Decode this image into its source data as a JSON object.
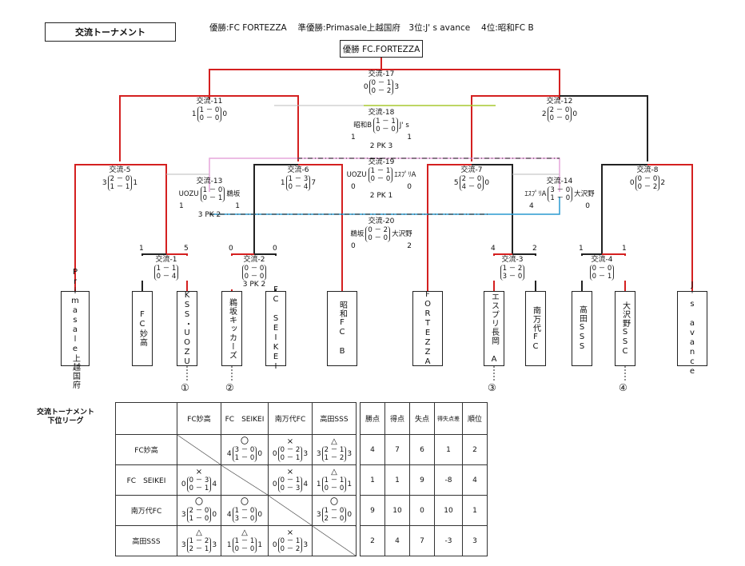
{
  "header": {
    "title": "交流トーナメント",
    "summary": "優勝:FC FORTEZZA　 準優勝:Primasale上越国府　3位:J' s avance　 4位:昭和FC B",
    "winner": "優勝  FC.FORTEZZA"
  },
  "matches": {
    "m17": {
      "name": "交流-17",
      "left": "0",
      "right": "3",
      "r1": "0 － 1",
      "r2": "0 － 2"
    },
    "m11": {
      "name": "交流-11",
      "left": "1",
      "right": "0",
      "r1": "1 － 0",
      "r2": "0 － 0"
    },
    "m12": {
      "name": "交流-12",
      "left": "2",
      "right": "0",
      "r1": "2 － 0",
      "r2": "0 － 0"
    },
    "m18": {
      "name": "交流-18",
      "t1": "昭和B",
      "t2": "J' s",
      "left": "1",
      "right": "1",
      "r1": "1 － 1",
      "r2": "0 － 0",
      "pk": "2 PK 3"
    },
    "m19": {
      "name": "交流-19",
      "t1": "UOZU",
      "t2": "ｴｽﾌﾟﾘA",
      "left": "0",
      "right": "0",
      "r1": "1 － 1",
      "r2": "0 － 0",
      "pk": "2 PK 1"
    },
    "m20": {
      "name": "交流-20",
      "t1": "鵜坂",
      "t2": "大沢野",
      "left": "0",
      "right": "2",
      "r1": "0 － 2",
      "r2": "0 － 0"
    },
    "m5": {
      "name": "交流-5",
      "left": "3",
      "right": "1",
      "r1": "2 － 0",
      "r2": "1 － 1"
    },
    "m13": {
      "name": "交流-13",
      "t1": "UOZU",
      "t2": "鵜坂",
      "left": "1",
      "right": "1",
      "r1": "1 － 0",
      "r2": "0 － 1",
      "pk": "3 PK 2"
    },
    "m6": {
      "name": "交流-6",
      "left": "1",
      "right": "7",
      "r1": "1 － 3",
      "r2": "0 － 4"
    },
    "m7": {
      "name": "交流-7",
      "left": "5",
      "right": "0",
      "r1": "2 － 0",
      "r2": "4 － 0"
    },
    "m14": {
      "name": "交流-14",
      "t1": "ｴｽﾌﾟﾘA",
      "t2": "大沢野",
      "left": "4",
      "right": "0",
      "r1": "3 － 0",
      "r2": "1 － 0"
    },
    "m8": {
      "name": "交流-8",
      "left": "0",
      "right": "2",
      "r1": "0 － 0",
      "r2": "0 － 2"
    },
    "m1": {
      "name": "交流-1",
      "sl": "1",
      "sr": "5",
      "r1": "1 － 1",
      "r2": "0 － 4"
    },
    "m2": {
      "name": "交流-2",
      "sl": "0",
      "sr": "0",
      "r1": "0 － 0",
      "r2": "0 － 0",
      "pk": "3 PK 2"
    },
    "m3": {
      "name": "交流-3",
      "sl": "4",
      "sr": "2",
      "r1": "1 － 2",
      "r2": "3 － 0"
    },
    "m4": {
      "name": "交流-4",
      "sl": "1",
      "sr": "1",
      "r1": "0 － 0",
      "r2": "0 － 1"
    }
  },
  "teams": [
    {
      "name": "Primasale上越国府"
    },
    {
      "name": "FC妙高"
    },
    {
      "name": "KSS・UOZU"
    },
    {
      "name": "鵜坂キッカーズ"
    },
    {
      "name": "FC SEIKEI"
    },
    {
      "name": "昭和FC B"
    },
    {
      "name": "FORTEZZA"
    },
    {
      "name": "エスプリ長岡 A"
    },
    {
      "name": "南万代FC"
    },
    {
      "name": "高田SSS"
    },
    {
      "name": "大沢野SSC"
    },
    {
      "name": "J's avance"
    }
  ],
  "circled": [
    "①",
    "②",
    "③",
    "④"
  ],
  "league": {
    "label": "交流トーナメント\n下位リーグ",
    "headers": [
      "FC妙高",
      "FC　SEIKEI",
      "南万代FC",
      "高田SSS",
      "勝点",
      "得点",
      "失点",
      "得失点差",
      "順位"
    ],
    "rows": [
      {
        "team": "FC妙高",
        "cells": [
          null,
          {
            "mark": "〇",
            "l": "4",
            "r1": "3 － 0",
            "r2": "1 － 0",
            "rr": "0"
          },
          {
            "mark": "×",
            "l": "0",
            "r1": "0 － 2",
            "r2": "0 － 1",
            "rr": "3"
          },
          {
            "mark": "△",
            "l": "3",
            "r1": "2 － 1",
            "r2": "1 － 2",
            "rr": "3"
          }
        ],
        "stats": [
          "4",
          "7",
          "6",
          "1",
          "2"
        ]
      },
      {
        "team": "FC　SEIKEI",
        "cells": [
          {
            "mark": "×",
            "l": "0",
            "r1": "0 － 3",
            "r2": "0 － 1",
            "rr": "4"
          },
          null,
          {
            "mark": "×",
            "l": "0",
            "r1": "0 － 1",
            "r2": "0 － 3",
            "rr": "4"
          },
          {
            "mark": "△",
            "l": "1",
            "r1": "1 － 1",
            "r2": "0 － 0",
            "rr": "1"
          }
        ],
        "stats": [
          "1",
          "1",
          "9",
          "-8",
          "4"
        ]
      },
      {
        "team": "南万代FC",
        "cells": [
          {
            "mark": "〇",
            "l": "3",
            "r1": "2 － 0",
            "r2": "1 － 0",
            "rr": "0"
          },
          {
            "mark": "〇",
            "l": "4",
            "r1": "1 － 0",
            "r2": "3 － 0",
            "rr": "0"
          },
          null,
          {
            "mark": "〇",
            "l": "3",
            "r1": "1 － 0",
            "r2": "2 － 0",
            "rr": "0"
          }
        ],
        "stats": [
          "9",
          "10",
          "0",
          "10",
          "1"
        ]
      },
      {
        "team": "高田SSS",
        "cells": [
          {
            "mark": "△",
            "l": "3",
            "r1": "1 － 2",
            "r2": "2 － 1",
            "rr": "3"
          },
          {
            "mark": "△",
            "l": "1",
            "r1": "1 － 1",
            "r2": "0 － 0",
            "rr": "1"
          },
          {
            "mark": "×",
            "l": "0",
            "r1": "0 － 1",
            "r2": "0 － 2",
            "rr": "3"
          },
          null
        ],
        "stats": [
          "2",
          "4",
          "7",
          "-3",
          "3"
        ]
      }
    ]
  },
  "colors": {
    "red": "#d42020",
    "black": "#222222",
    "green": "#a8c830",
    "pink": "#e6a6dc",
    "blue": "#2a9ad0",
    "gray": "#bbbbbb"
  }
}
